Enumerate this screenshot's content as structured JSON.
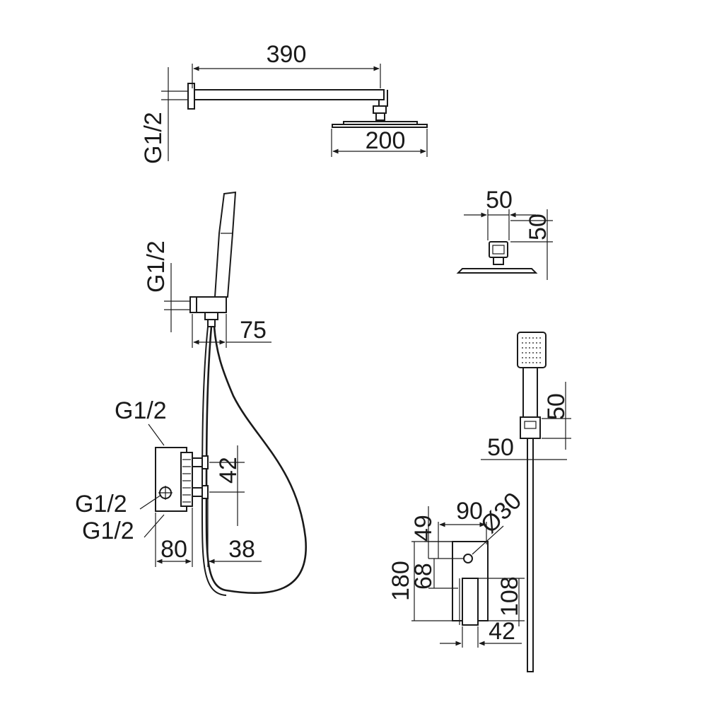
{
  "overhead_shower": {
    "arm_length": "390",
    "head_width": "200",
    "arm_thread": "G1/2"
  },
  "hand_shower_elbow": {
    "thread": "G1/2",
    "offset": "75"
  },
  "head_side_view": {
    "width": "50",
    "height": "50"
  },
  "mixer_body": {
    "thread_top": "G1/2",
    "thread_middle": "G1/2",
    "thread_bottom": "G1/2",
    "dim_42": "42",
    "depth_80": "80",
    "dim_38": "38"
  },
  "hand_shower_holder": {
    "dim_50_vertical": "50",
    "dim_50_horizontal": "50"
  },
  "wall_plate": {
    "width_90": "90",
    "diameter": "Ø30",
    "dim_49": "49",
    "height_180": "180",
    "dim_68": "68",
    "dim_108": "108",
    "dim_42": "42"
  }
}
